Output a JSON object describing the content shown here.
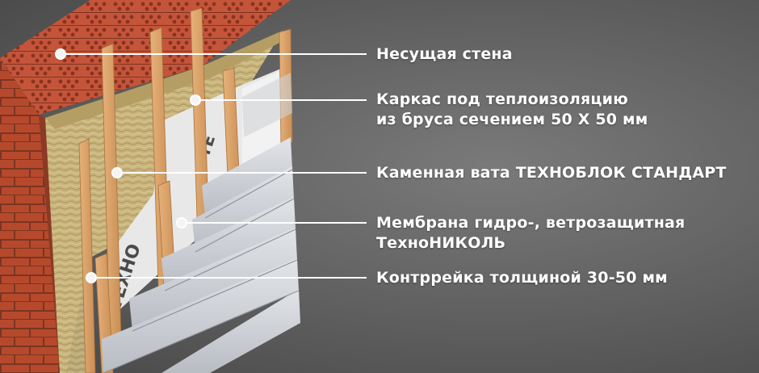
{
  "labels": {
    "wall": "Несущая стена",
    "frame_line1": "Каркас под теплоизоляцию",
    "frame_line2": "из бруса сечением 50 Х 50 мм",
    "wool": "Каменная вата ТЕХНОБЛОК СТАНДАРТ",
    "membrane_line1": "Мембрана гидро-, ветрозащитная",
    "membrane_line2": "ТехноНИКОЛЬ",
    "counter_batten": "Контррейка толщиной 30-50 мм"
  },
  "membrane_print": {
    "top": "ТЕ",
    "bottom": "ТЕХНО"
  },
  "colors": {
    "brick": "#b3492c",
    "mortar": "#7a3a26",
    "wood": "#d9a066",
    "wool": "#c9b37a",
    "membrane": "#e6e6e6",
    "siding": "#d3d6db",
    "label": "#ffffff"
  }
}
